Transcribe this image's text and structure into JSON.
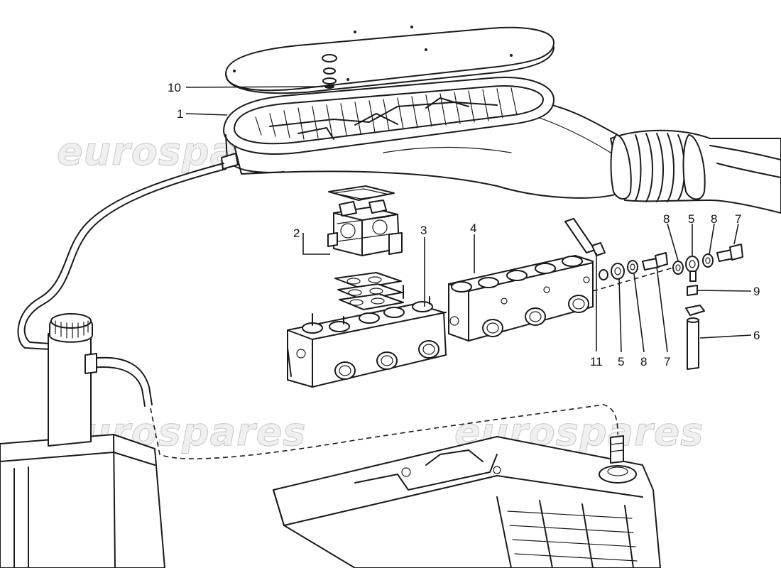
{
  "watermark": "eurospares",
  "callouts": {
    "c1": "1",
    "c2": "2",
    "c3": "3",
    "c4": "4",
    "c5a": "5",
    "c5b": "5",
    "c6": "6",
    "c7a": "7",
    "c7b": "7",
    "c8a": "8",
    "c8b": "8",
    "c8c": "8",
    "c9": "9",
    "c10": "10",
    "c11": "11"
  }
}
